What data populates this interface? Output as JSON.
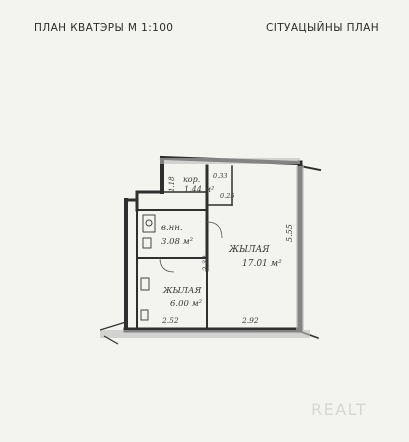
{
  "header": {
    "plan_title": "ПЛАН КВАТЭРЫ М 1:100",
    "situation_title": "СІТУАЦЫЙНЫ   ПЛАН"
  },
  "rooms": {
    "corridor": {
      "name": "кор.",
      "area": "1.44 м²"
    },
    "closet": {
      "area": "0.33",
      "area2": "0.25"
    },
    "bathroom": {
      "name": "в.нн.",
      "area": "3.08 м²"
    },
    "living_large": {
      "name": "ЖЫЛАЯ",
      "area": "17.01 м²"
    },
    "living_small": {
      "name": "ЖЫЛАЯ",
      "area": "6.00 м²"
    }
  },
  "dimensions": {
    "corridor_width": "1.18",
    "height_right": "5.55",
    "partition": "2.38",
    "bottom_left": "2.52",
    "bottom_right": "2.92"
  },
  "watermark": "REALT"
}
